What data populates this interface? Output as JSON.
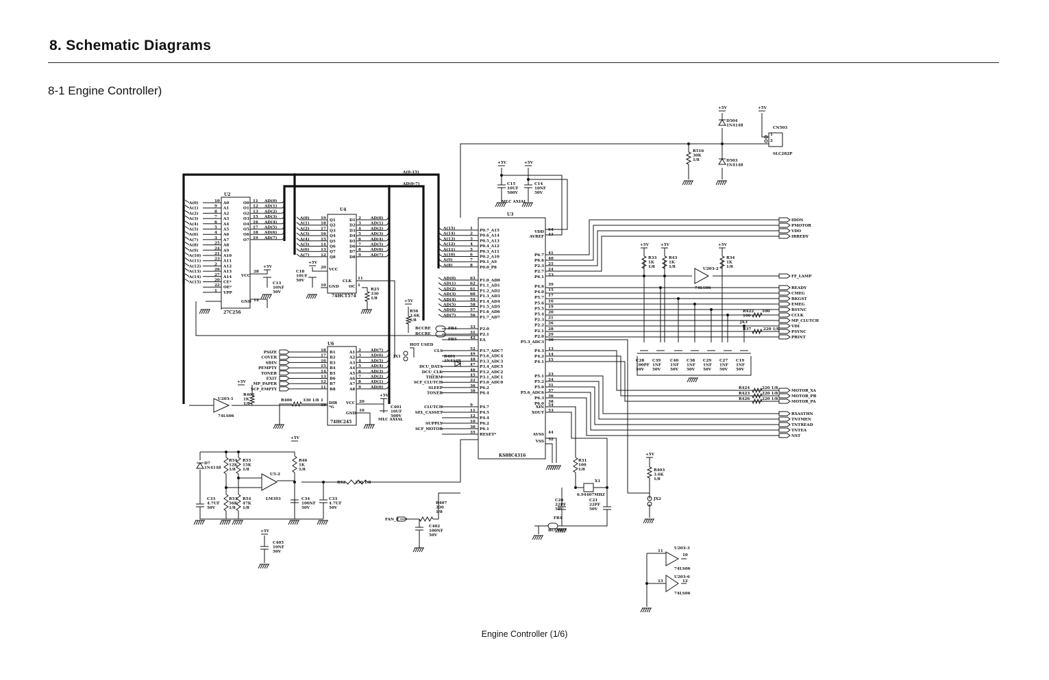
{
  "header": {
    "title": "8.  Schematic Diagrams",
    "section": "8-1  Engine Controller)"
  },
  "footer": {
    "caption": "Engine Controller (1/6)"
  },
  "chips": {
    "u2": {
      "ref": "U2",
      "part": "27C256",
      "vcc": "VCC",
      "gnd": "GND",
      "left_pins": [
        [
          "A(0)",
          "10",
          "A0"
        ],
        [
          "A(1)",
          "9",
          "A1"
        ],
        [
          "A(2)",
          "8",
          "A2"
        ],
        [
          "A(3)",
          "7",
          "A3"
        ],
        [
          "A(4)",
          "6",
          "A4"
        ],
        [
          "A(5)",
          "5",
          "A5"
        ],
        [
          "A(6)",
          "4",
          "A6"
        ],
        [
          "A(7)",
          "3",
          "A7"
        ],
        [
          "A(8)",
          "25",
          "A8"
        ],
        [
          "A(9)",
          "24",
          "A9"
        ],
        [
          "A(10)",
          "21",
          "A10"
        ],
        [
          "A(11)",
          "23",
          "A11"
        ],
        [
          "A(12)",
          "2",
          "A12"
        ],
        [
          "A(13)",
          "26",
          "A13"
        ],
        [
          "A(14)",
          "27",
          "A14"
        ],
        [
          "A(15)",
          "20",
          "CE*"
        ],
        [
          "",
          "22",
          "OE*"
        ],
        [
          "",
          "1",
          "VPP"
        ]
      ],
      "right_pins": [
        [
          "O0",
          "11",
          "AD(0)"
        ],
        [
          "O1",
          "12",
          "AD(1)"
        ],
        [
          "O2",
          "13",
          "AD(2)"
        ],
        [
          "O3",
          "15",
          "AD(3)"
        ],
        [
          "O4",
          "16",
          "AD(4)"
        ],
        [
          "O5",
          "17",
          "AD(5)"
        ],
        [
          "O6",
          "18",
          "AD(6)"
        ],
        [
          "O7",
          "19",
          "AD(7)"
        ]
      ],
      "vcc_pin": "28",
      "gnd_pin": "14"
    },
    "u4": {
      "ref": "U4",
      "part": "74HCT574",
      "vcc": "VCC",
      "gnd": "GND",
      "clk": "CLK",
      "oc": "OC",
      "left_pins": [
        [
          "A(0)",
          "19",
          "Q1"
        ],
        [
          "A(1)",
          "18",
          "Q2"
        ],
        [
          "A(2)",
          "17",
          "Q3"
        ],
        [
          "A(3)",
          "16",
          "Q4"
        ],
        [
          "A(4)",
          "15",
          "Q5"
        ],
        [
          "A(5)",
          "14",
          "Q6"
        ],
        [
          "A(6)",
          "13",
          "Q7"
        ],
        [
          "A(7)",
          "12",
          "Q8"
        ]
      ],
      "right_pins": [
        [
          "D1",
          "2",
          "AD(0)"
        ],
        [
          "D2",
          "3",
          "AD(1)"
        ],
        [
          "D3",
          "4",
          "AD(2)"
        ],
        [
          "D4",
          "5",
          "AD(3)"
        ],
        [
          "D5",
          "6",
          "AD(4)"
        ],
        [
          "D6",
          "7",
          "AD(5)"
        ],
        [
          "D7",
          "8",
          "AD(6)"
        ],
        [
          "D8",
          "9",
          "AD(7)"
        ]
      ],
      "vcc_pin": "20",
      "gnd_pin": "10",
      "clk_pin": "11",
      "oc_pin": "1"
    },
    "u6": {
      "ref": "U6",
      "part": "74HC245",
      "dir": "DIR",
      "g": "*G",
      "vcc": "VCC",
      "gnd": "GND",
      "left_pins": [
        [
          "PSIZE",
          "18",
          "B1"
        ],
        [
          "COVER",
          "17",
          "B2"
        ],
        [
          "SBIN",
          "16",
          "B3"
        ],
        [
          "PEMPTY",
          "15",
          "B4"
        ],
        [
          "TONER",
          "14",
          "B5"
        ],
        [
          "EXIT",
          "13",
          "B6"
        ],
        [
          "MP_PAPER",
          "12",
          "B7"
        ],
        [
          "SCF_EMPTY",
          "11",
          "B8"
        ]
      ],
      "right_pins": [
        [
          "A1",
          "2",
          "AD(7)"
        ],
        [
          "A2",
          "3",
          "AD(6)"
        ],
        [
          "A3",
          "4",
          "AD(5)"
        ],
        [
          "A4",
          "5",
          "AD(4)"
        ],
        [
          "A5",
          "6",
          "AD(3)"
        ],
        [
          "A6",
          "7",
          "AD(2)"
        ],
        [
          "A7",
          "8",
          "AD(1)"
        ],
        [
          "A8",
          "9",
          "AD(0)"
        ]
      ],
      "dir_pin": "1",
      "g_pin": "19",
      "vcc_pin": "20",
      "gnd_pin": "10"
    },
    "u3": {
      "ref": "U3",
      "part": "KS88C4316",
      "left_pins": [
        [
          "A(15)",
          "1",
          "P0.7_A15"
        ],
        [
          "A(14)",
          "2",
          "P0.6_A14"
        ],
        [
          "A(13)",
          "3",
          "P0.5_A13"
        ],
        [
          "A(12)",
          "4",
          "P0.4_A12"
        ],
        [
          "A(11)",
          "5",
          "P0.3_A11"
        ],
        [
          "A(10)",
          "6",
          "P0.2_A10"
        ],
        [
          "A(9)",
          "7",
          "P0.1_A9"
        ],
        [
          "A(8)",
          "8",
          "P0.0_P8"
        ],
        [
          "AD(0)",
          "63",
          "P1.0_AD0"
        ],
        [
          "AD(1)",
          "62",
          "P1.1_AD1"
        ],
        [
          "AD(2)",
          "61",
          "P1.2_AD2"
        ],
        [
          "AD(3)",
          "60",
          "P1.3_AD3"
        ],
        [
          "AD(4)",
          "59",
          "P1.4_AD4"
        ],
        [
          "AD(5)",
          "58",
          "P1.5_AD5"
        ],
        [
          "AD(6)",
          "57",
          "P1.6_AD6"
        ],
        [
          "AD(7)",
          "56",
          "P1.7_AD7"
        ],
        [
          "",
          "33",
          "P2.0"
        ],
        [
          "",
          "31",
          "P2.1"
        ],
        [
          "",
          "42",
          "EA"
        ],
        [
          "CLS",
          "52",
          "P3.7_ADC7"
        ],
        [
          "",
          "49",
          "P3.6_ADC4"
        ],
        [
          "",
          "48",
          "P3.3_ADC3"
        ],
        [
          "DCU_DATA",
          "47",
          "P3.4_ADC5"
        ],
        [
          "DCU_CLK",
          "46",
          "P3.2_ADC2"
        ],
        [
          "THERM",
          "45",
          "P3.1_ADC1"
        ],
        [
          "SCF_CLUTCH",
          "22",
          "P3.0_ADC0"
        ],
        [
          "SLEEP",
          "36",
          "P6.2"
        ],
        [
          "TONER",
          "38",
          "P6.4"
        ],
        [
          "CLUTCH",
          "9",
          "P4.7"
        ],
        [
          "SEL_CASSET",
          "11",
          "P4.5"
        ],
        [
          "",
          "12",
          "P4.4"
        ],
        [
          "SUPPLY",
          "10",
          "P6.2"
        ],
        [
          "SCF_MOTOR",
          "30",
          "P6.1"
        ],
        [
          "",
          "35",
          "RESET*"
        ]
      ],
      "right_pins": [
        [
          "VDD",
          "64",
          ""
        ],
        [
          "AVREF",
          "43",
          ""
        ],
        [
          "P6.7",
          "41",
          ""
        ],
        [
          "P6.6",
          "40",
          ""
        ],
        [
          "P2.3",
          "25",
          ""
        ],
        [
          "P2.7",
          "24",
          ""
        ],
        [
          "P6.1",
          "23",
          ""
        ],
        [
          "P4.6",
          "39",
          "READY"
        ],
        [
          "P4.0",
          "15",
          "CMEG"
        ],
        [
          "P5.7",
          "17",
          "BKGST"
        ],
        [
          "P5.6",
          "16",
          "EMEG"
        ],
        [
          "P5.5",
          "19",
          "BSYNC"
        ],
        [
          "P5.4",
          "20",
          "CCLK"
        ],
        [
          "P2.3",
          "21",
          "MP_CLUTCH"
        ],
        [
          "P2.2",
          "26",
          "VDI"
        ],
        [
          "P2.1",
          "28",
          "PSYNC"
        ],
        [
          "P2.0",
          "29",
          "PRINT"
        ],
        [
          "P5.3_ADC3",
          "30",
          ""
        ],
        [
          "P4.3",
          "13",
          ""
        ],
        [
          "P4.2",
          "14",
          ""
        ],
        [
          "P4.1",
          "15",
          ""
        ],
        [
          "P5.1",
          "23",
          ""
        ],
        [
          "P5.2",
          "24",
          ""
        ],
        [
          "P5.0",
          "31",
          ""
        ],
        [
          "P5.6_ADC6",
          "37",
          ""
        ],
        [
          "P6.3",
          "36",
          ""
        ],
        [
          "P6.0",
          "38",
          ""
        ],
        [
          "XIN",
          "54",
          ""
        ],
        [
          "XOUT",
          "53",
          ""
        ],
        [
          "AVSS",
          "44",
          ""
        ],
        [
          "VSS",
          "32",
          ""
        ]
      ]
    },
    "u203": {
      "ref": "U203",
      "part": "74LS06"
    },
    "u5": {
      "ref": "U5-2",
      "part": "LM393"
    }
  },
  "buses": {
    "addr": "A(0-15)",
    "data": "AD(0-7)"
  },
  "power": {
    "vcc": "+5V"
  },
  "components": {
    "d504": [
      "D504",
      "1N4148"
    ],
    "d503": [
      "D503",
      "1N4148"
    ],
    "r516": [
      "R516",
      "30K",
      "1/8"
    ],
    "cn503": [
      "CN503",
      "SLC282P"
    ],
    "cn503_pins": [
      "1",
      "2"
    ],
    "c15": [
      "C15",
      "10UF",
      "500V"
    ],
    "c14": [
      "C14",
      "10NF",
      "50V"
    ],
    "mlc": "MLC AXIAL",
    "c13": [
      "C13",
      "10NF",
      "50V"
    ],
    "c18": [
      "C18",
      "10UF",
      "50V"
    ],
    "r25": [
      "R25",
      "330",
      "1/8"
    ],
    "r56": [
      "R56",
      "3.6K",
      "1/8"
    ],
    "fb4": "FB4",
    "fb5": "FB5",
    "bccre": "BCCRE",
    "hot": "HOT USED",
    "jx1": "JX1",
    "r408": [
      "R408",
      "1K",
      "1/8"
    ],
    "r406": [
      "R406",
      "330",
      "1/8"
    ],
    "c401": [
      "C401",
      "10UF",
      "500V"
    ],
    "c401_mlc": "MLC AXIAL",
    "d401": [
      "D401",
      "1N4148"
    ],
    "d7": [
      "D7",
      "1N4148"
    ],
    "r54": [
      "R54",
      "12K",
      "1/8"
    ],
    "r55": [
      "R55",
      "15K",
      "1/8"
    ],
    "r46": [
      "R46",
      "1K",
      "1/8"
    ],
    "r53": [
      "R53",
      "56K",
      "1/8"
    ],
    "r54b": [
      "R54",
      "47K",
      "1/8"
    ],
    "c33": [
      "C33",
      "4.7UF",
      "50V"
    ],
    "c34": [
      "C34",
      "100NF",
      "50V"
    ],
    "c33b": [
      "C33",
      "4.7UF",
      "50V"
    ],
    "r52": [
      "R52",
      "330",
      "1/8"
    ],
    "r407": [
      "R407",
      "330",
      "1/8"
    ],
    "c402": [
      "C402",
      "100NF",
      "50V"
    ],
    "fan": "FAN_E",
    "c405": [
      "C405",
      "10NF",
      "50V"
    ],
    "r31": [
      "R31",
      "100",
      "1/8"
    ],
    "x1": [
      "X1",
      "6.94407MHZ"
    ],
    "c20": [
      "C20",
      "22PF",
      "50V"
    ],
    "c21": [
      "C21",
      "22PF",
      "50V"
    ],
    "fb1": "FB1",
    "fb1_label": "BCCORE",
    "r403": [
      "R403",
      "3.6K",
      "1/8"
    ],
    "jx2": "JX2",
    "r33": [
      "R33",
      "1K",
      "1/8"
    ],
    "r43": [
      "R43",
      "1K",
      "1/8"
    ],
    "r34": [
      "R34",
      "1K",
      "1/8"
    ],
    "caps_row": [
      [
        "C28",
        "100PF",
        "50V"
      ],
      [
        "C39",
        "1NF",
        "50V"
      ],
      [
        "C40",
        "1NF",
        "50V"
      ],
      [
        "C38",
        "1NF",
        "50V"
      ],
      [
        "C29",
        "1NF",
        "50V"
      ],
      [
        "C27",
        "1NF",
        "50V"
      ],
      [
        "C19",
        "1NF",
        "50V"
      ]
    ],
    "r422": [
      "R422",
      "100"
    ],
    "jx3": "JX3",
    "r37": [
      "R37",
      "220 1/8"
    ],
    "r424": [
      "R424",
      "220 1/8"
    ],
    "r423": [
      "R423",
      "220 1/8"
    ],
    "r426": [
      "R426",
      "220 1/8"
    ],
    "u203_3": [
      "U203-3",
      "10"
    ],
    "u203_6": [
      "U203-6",
      "12"
    ],
    "inv_in": [
      "11",
      "13"
    ]
  },
  "connectors": {
    "top_right": [
      "IDON",
      "PMOTOR",
      "VDO",
      "IRREDY"
    ],
    "ff_lamp": "FF_LAMP",
    "mid_right": [
      "READY",
      "CMEG",
      "BKGST",
      "EMEG",
      "BSYNC",
      "CCLK",
      "MP_CLUTCH",
      "VDI",
      "PSYNC",
      "PRINT"
    ],
    "motor": [
      "MOTOR_XA",
      "MOTOR_PB",
      "MOTOR_PA"
    ],
    "lower": [
      "RXASTHN",
      "TNTMEN",
      "TNTREAD",
      "TNTEA",
      "NST"
    ]
  }
}
